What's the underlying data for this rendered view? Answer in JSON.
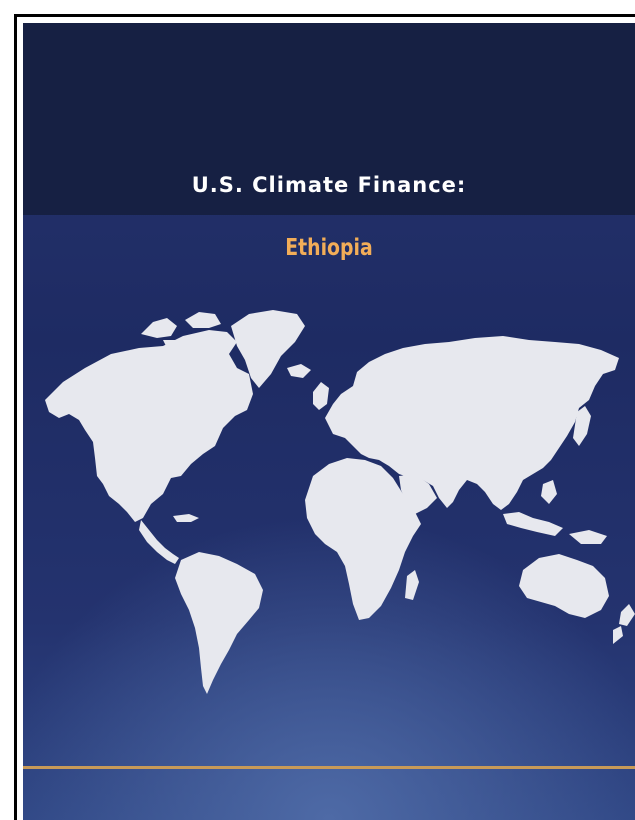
{
  "cover": {
    "title": "U.S. Climate Finance:",
    "subtitle": "Ethiopia",
    "image": "world-map",
    "colors": {
      "top_band": "#162043",
      "background": "#22316b",
      "title_text": "#ffffff",
      "subtitle_text": "#f2ad58",
      "continents": "#e7e8ee",
      "rule": "#c89a58"
    }
  }
}
